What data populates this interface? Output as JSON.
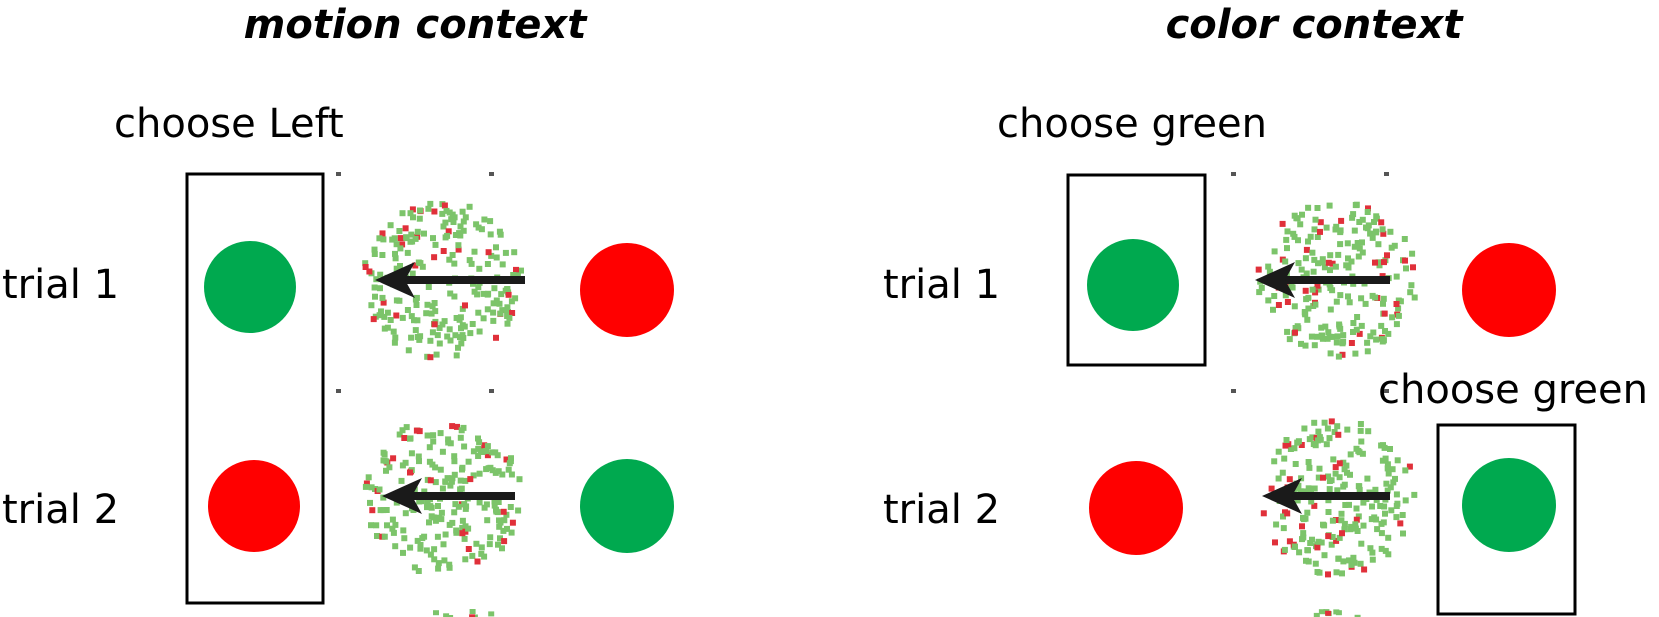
{
  "colors": {
    "green": "#00a94f",
    "red": "#ff0000",
    "frame": "#000000",
    "arrow": "#1a1a1a",
    "dot_green": "#7cc46a",
    "dot_red": "#e0303a"
  },
  "panels": [
    {
      "title": "motion context",
      "choices": [
        {
          "text": "choose Left"
        }
      ],
      "trials": [
        {
          "label": "trial 1",
          "left_target": "green",
          "right_target": "red",
          "motion": "left",
          "color_bias": "green"
        },
        {
          "label": "trial 2",
          "left_target": "red",
          "right_target": "green",
          "motion": "left",
          "color_bias": "green"
        }
      ]
    },
    {
      "title": "color context",
      "choices": [
        {
          "text": "choose green"
        },
        {
          "text": "choose green"
        }
      ],
      "trials": [
        {
          "label": "trial 1",
          "left_target": "green",
          "right_target": "red",
          "motion": "left",
          "color_bias": "green"
        },
        {
          "label": "trial 2",
          "left_target": "red",
          "right_target": "green",
          "motion": "left",
          "color_bias": "green"
        }
      ]
    }
  ]
}
